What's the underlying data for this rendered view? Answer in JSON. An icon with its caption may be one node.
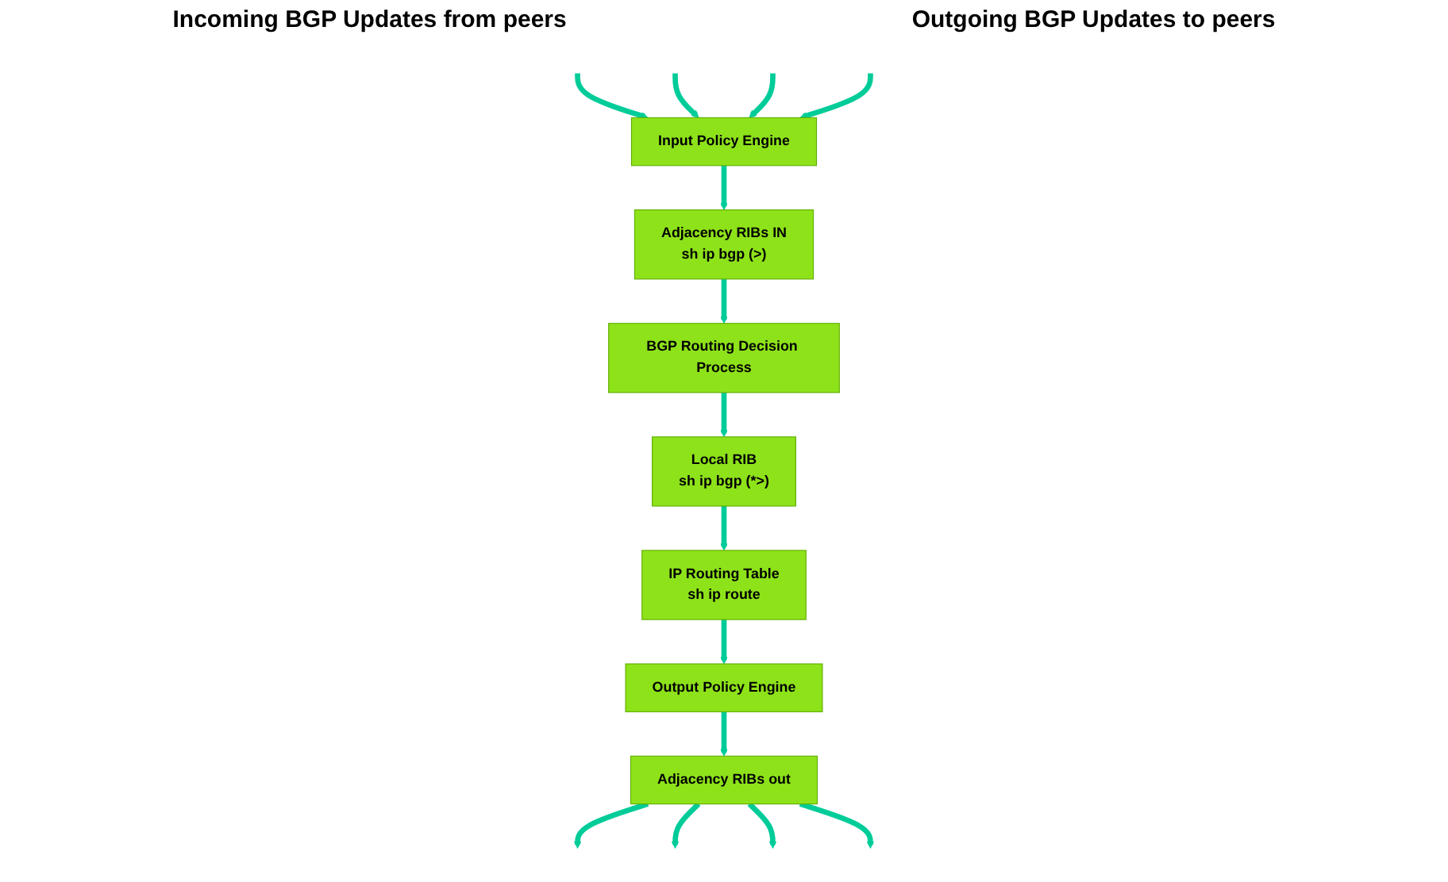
{
  "diagram": {
    "nodes": [
      {
        "text": [
          "Input Policy Engine"
        ]
      },
      {
        "text": [
          "Adjacency RIBs IN",
          "sh ip bgp (>)"
        ]
      },
      {
        "text": [
          "BGP Routing Decision Process"
        ]
      },
      {
        "text": [
          "Local RIB",
          "sh ip bgp (*>)"
        ]
      },
      {
        "text": [
          "IP Routing Table",
          "sh ip route"
        ]
      },
      {
        "text": [
          "Output Policy Engine"
        ]
      },
      {
        "text": [
          "Adjacency RIBs out"
        ]
      }
    ],
    "edges": [
      {
        "from": null,
        "to": 0,
        "arrow": "to"
      },
      {
        "from": null,
        "to": 0,
        "arrow": "to"
      },
      {
        "from": null,
        "to": 0,
        "arrow": "to"
      },
      {
        "from": null,
        "to": 0,
        "arrow": "to"
      },
      {
        "from": 0,
        "to": 1,
        "arrow": "to"
      },
      {
        "from": 1,
        "to": 2,
        "arrow": "to"
      },
      {
        "from": 2,
        "to": 3,
        "arrow": "to"
      },
      {
        "from": 3,
        "to": 4,
        "arrow": "to"
      },
      {
        "from": 4,
        "to": 5,
        "arrow": "to"
      },
      {
        "from": 5,
        "to": 6,
        "arrow": "to"
      },
      {
        "from": 6,
        "to": null,
        "arrow": "to"
      },
      {
        "from": 6,
        "to": null,
        "arrow": "to"
      },
      {
        "from": 6,
        "to": null,
        "arrow": "to"
      },
      {
        "from": 6,
        "to": null,
        "arrow": "to"
      }
    ],
    "labels": [
      "Incoming BGP Updates from peers",
      "Outgoing BGP Updates to peers"
    ]
  }
}
